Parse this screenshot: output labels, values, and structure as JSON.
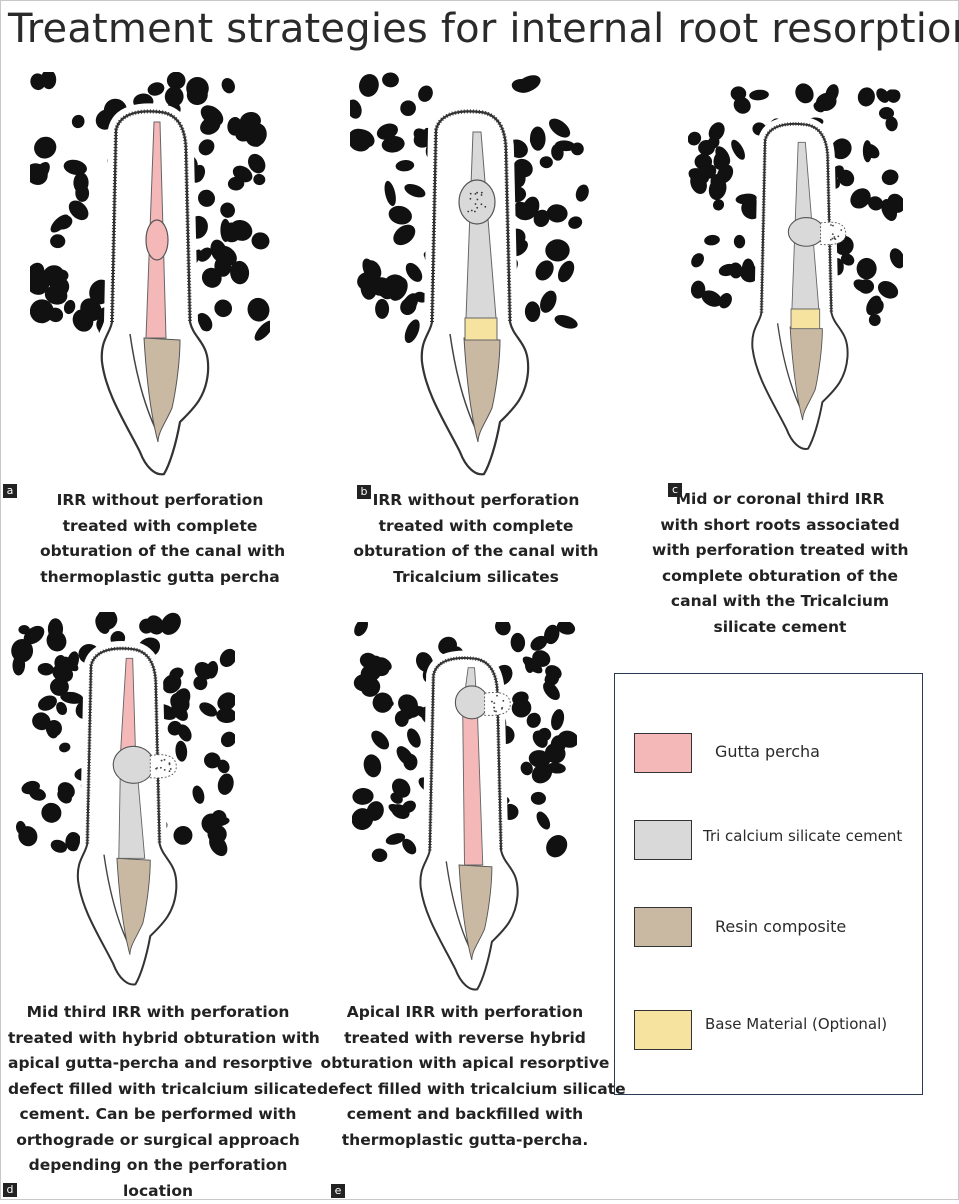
{
  "title": "Treatment strategies for internal root resorption",
  "colors": {
    "gutta_percha": "#f4b8b8",
    "tricalcium_silicate": "#d9d9d9",
    "resin_composite": "#c9b8a2",
    "base_material": "#f7e3a0",
    "bone": "#111111"
  },
  "panels": [
    {
      "label": "a",
      "caption_lines": [
        "IRR without perforation",
        "treated with complete",
        "obturation of the canal with",
        "thermoplastic gutta percha"
      ]
    },
    {
      "label": "b",
      "caption_lines": [
        "IRR without perforation",
        "treated with complete",
        "obturation of the canal with",
        "Tricalcium silicates"
      ]
    },
    {
      "label": "c",
      "caption_lines": [
        "Mid or coronal third IRR",
        "with short roots associated",
        "with perforation treated with",
        "complete obturation of the",
        "canal with the Tricalcium",
        "silicate cement"
      ]
    },
    {
      "label": "d",
      "caption_lines": [
        "Mid third IRR with perforation",
        "treated with hybrid obturation with",
        "apical gutta-percha and resorptive",
        "defect filled with tricalcium silicate",
        "cement. Can be performed with",
        "orthograde or surgical approach",
        "depending on the perforation",
        "location"
      ]
    },
    {
      "label": "e",
      "caption_lines": [
        "Apical IRR with perforation",
        "treated with reverse hybrid",
        "obturation with apical resorptive",
        "defect filled with tricalcium silicate",
        "cement and backfilled with",
        "thermoplastic gutta-percha."
      ]
    }
  ],
  "legend": {
    "items": [
      {
        "label": "Gutta percha",
        "color_key": "gutta_percha"
      },
      {
        "label": "Tri calcium silicate cement",
        "color_key": "tricalcium_silicate"
      },
      {
        "label": "Resin composite",
        "color_key": "resin_composite"
      },
      {
        "label": "Base Material (Optional)",
        "color_key": "base_material"
      }
    ]
  }
}
